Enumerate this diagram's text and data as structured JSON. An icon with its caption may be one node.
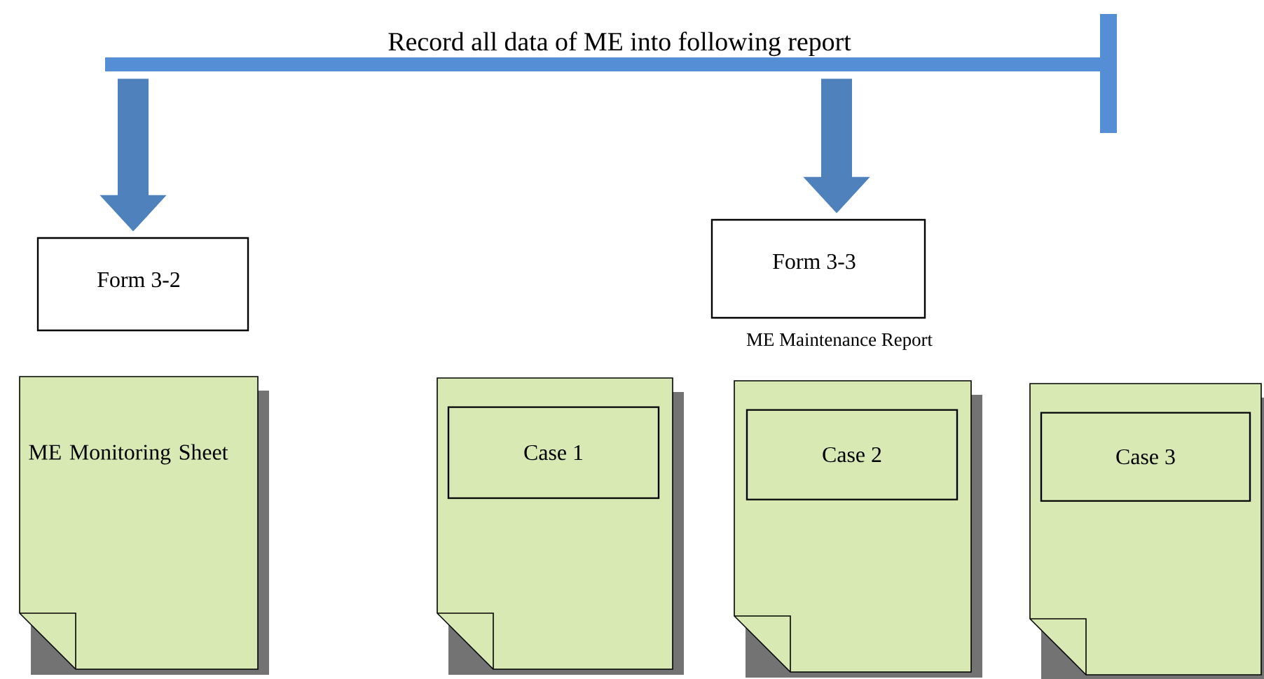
{
  "diagram": {
    "nodes": [
      {
        "text": [
          "Record all data of ME into following report"
        ]
      },
      {
        "text": [
          "Form 3-2"
        ]
      },
      {
        "text": [
          "Form 3-3"
        ],
        "beside": [
          "ME Maintenance Report"
        ]
      },
      {
        "text": [
          "ME Monitoring Sheet"
        ]
      },
      {
        "text": [],
        "shape": "document"
      },
      {
        "text": [
          "Case 1"
        ],
        "in": 4
      },
      {
        "text": [],
        "shape": "document"
      },
      {
        "text": [
          "Case 2"
        ],
        "in": 6
      },
      {
        "text": [],
        "shape": "document"
      },
      {
        "text": [
          "Case 3"
        ],
        "in": 8
      }
    ],
    "edges": [
      {
        "from": 0,
        "to": 1,
        "arrow": "to"
      },
      {
        "from": 0,
        "to": 2,
        "arrow": "to"
      }
    ]
  }
}
